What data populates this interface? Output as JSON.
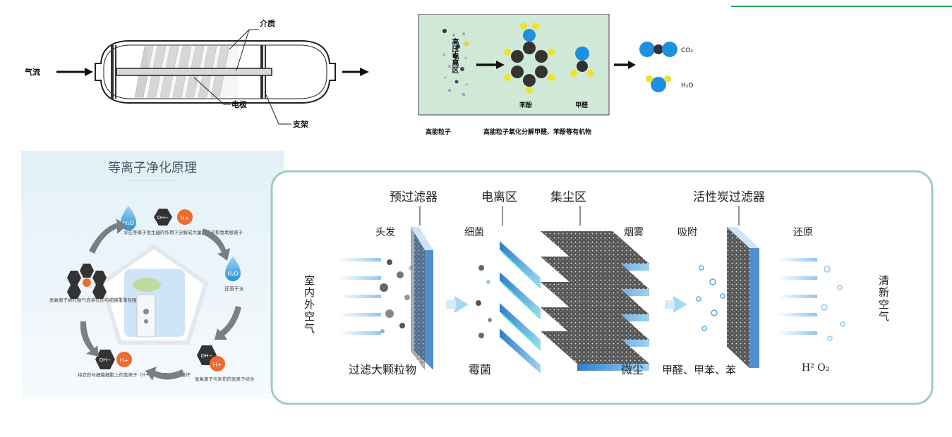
{
  "reactor": {
    "airflow_label": "气流",
    "medium_label": "介质",
    "electrode_label": "电极",
    "support_label": "支架"
  },
  "chem": {
    "zone_label": "高压电离区",
    "benzene_label": "苯酚",
    "formaldehyde_label": "甲醛",
    "co2_label": "CO₂",
    "h2o_label": "H₂O",
    "caption_left": "高能粒子",
    "caption_right": "高能粒子氧化分解甲醛、苯酚等有机物"
  },
  "plasma": {
    "title": "等离子净化原理",
    "step1_text": "水在等离子发生器的作用下分解成大量氢离子和氢氧根离子",
    "step2_text": "还原于水",
    "step3_text": "氢氧离子与刺伤的氢离子结合",
    "step4_text": "将衣药与细菌细胞上的氢离子（H+）夺取下来将其破坏",
    "step5_text": "氢氧离子依托微气泡将衣药与细菌重重包围",
    "h2o": "H₂O",
    "oh": "OH−",
    "hplus": "H+"
  },
  "filter": {
    "prefilter_label": "预过滤器",
    "ionization_label": "电离区",
    "dust_label": "集尘区",
    "carbon_label": "活性炭过滤器",
    "hair_label": "头发",
    "bacteria_label": "细菌",
    "smoke_label": "烟雾",
    "adsorb_label": "吸附",
    "reduce_label": "还原",
    "indoor_air_label": "室内外空气",
    "clean_air_label": "清新空气",
    "large_particles_label": "过滤大颗粒物",
    "mold_label": "霉菌",
    "dust_particles_label": "微尘",
    "voc_label": "甲醛、甲苯、苯",
    "output_label": "H² O₂"
  },
  "colors": {
    "filter_blue": "#5aa3dd",
    "panel_border": "#9ccfb4",
    "accent_green": "#2ba84a",
    "oh_dark": "#333333",
    "hplus_orange": "#ee6a2e"
  }
}
